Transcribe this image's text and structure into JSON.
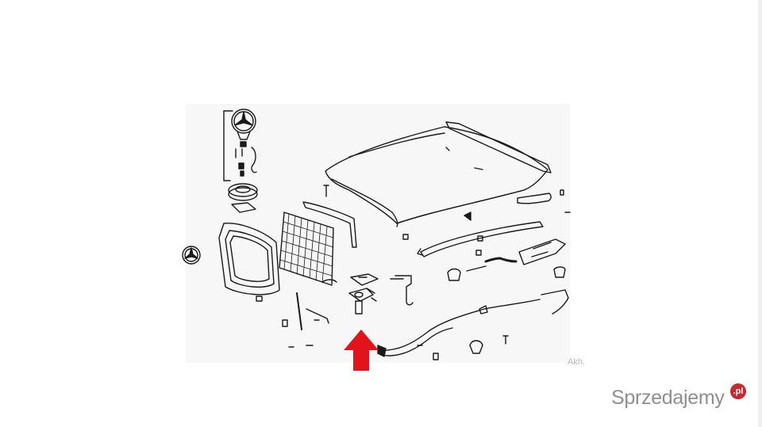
{
  "diagram": {
    "corner_label": "Akh.",
    "arrow_color": "#e3131b",
    "line_color": "#1a1a1a",
    "background_color": "#f7f7f7"
  },
  "watermark": {
    "text": "Sprzedajemy",
    "badge": ".pl",
    "badge_color": "#c8282e"
  }
}
